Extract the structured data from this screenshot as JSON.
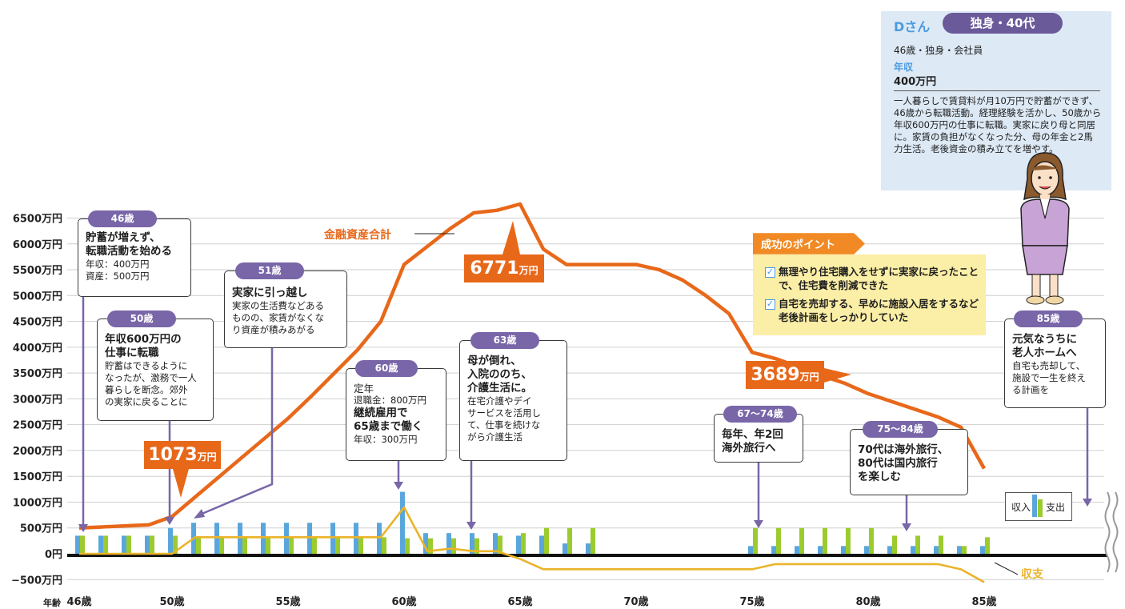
{
  "profile": {
    "name": "Dさん",
    "pill": "独身・40代",
    "line1": "46歳・独身・会社員",
    "income_label": "年収",
    "income_value": "400万円",
    "description": "一人暮らしで賃貸料が月10万円で貯蓄ができず、46歳から転職活動。経理経験を活かし、50歳から年収600万円の仕事に転職。実家に戻り母と同居に。家賃の負担がなくなった分、母の年金と2馬力生活。老後資金の積み立てを増やす。"
  },
  "points": {
    "title": "成功のポイント",
    "items": [
      "無理やり住宅購入をせずに実家に戻ったことで、住宅費を削減できた",
      "自宅を売却する、早めに施設入居をするなど老後計画をしっかりしていた"
    ]
  },
  "callouts": [
    {
      "tag": "46歳",
      "big": "貯蓄が増えず、\n転職活動を始める",
      "small": "年収：400万円\n資産：500万円"
    },
    {
      "tag": "50歳",
      "big": "年収600万円の\n仕事に転職",
      "small": "貯蓄はできるように\nなったが、激務で一人\n暮らしを断念。郊外\nの実家に戻ることに"
    },
    {
      "tag": "51歳",
      "big": "実家に引っ越し",
      "small": "実家の生活費などある\nものの、家賃がなくな\nり資産が積みあがる"
    },
    {
      "tag": "60歳",
      "pre": "定年",
      "pre_small": "退職金：800万円",
      "big": "継続雇用で\n65歳まで働く",
      "small": "年収：300万円"
    },
    {
      "tag": "63歳",
      "big": "母が倒れ、\n入院ののち、\n介護生活に。",
      "small": "在宅介護やデイ\nサービスを活用し\nて、仕事を続けな\nがら介護生活"
    },
    {
      "tag": "67〜74歳",
      "big": "毎年、年2回\n海外旅行へ",
      "small": ""
    },
    {
      "tag": "75〜84歳",
      "big": "70代は海外旅行、\n80代は国内旅行\nを楽しむ",
      "small": ""
    },
    {
      "tag": "85歳",
      "big": "元気なうちに\n老人ホームへ",
      "small": "自宅も売却して、\n施設で一生を終え\nる計画を"
    }
  ],
  "highlights": {
    "v1073": "1073",
    "v6771": "6771",
    "v3689": "3689",
    "unit": "万円"
  },
  "legend": {
    "income": "収入",
    "expense": "支出"
  },
  "colors": {
    "assets": "#e8681a",
    "balance": "#eab42a",
    "income": "#5aa6dc",
    "expense": "#9ccb2e",
    "callout_line": "#7866a8"
  },
  "chart_data": {
    "type": "bar+line",
    "title": "",
    "xlabel": "年齢",
    "ylabel": "",
    "ylim": [
      -500,
      6500
    ],
    "y_ticks": [
      -500,
      0,
      500,
      1000,
      1500,
      2000,
      2500,
      3000,
      3500,
      4000,
      4500,
      5000,
      5500,
      6000,
      6500
    ],
    "y_tick_labels": [
      "−500万円",
      "0円",
      "500万円",
      "1000万円",
      "1500万円",
      "2000万円",
      "2500万円",
      "3000万円",
      "3500万円",
      "4000万円",
      "4500万円",
      "5000万円",
      "5500万円",
      "6000万円",
      "6500万円"
    ],
    "x_tick_ages": [
      46,
      50,
      55,
      60,
      65,
      70,
      75,
      80,
      85
    ],
    "x_tick_labels": [
      "46歳",
      "50歳",
      "55歳",
      "60歳",
      "65歳",
      "70歳",
      "75歳",
      "80歳",
      "85歳"
    ],
    "ages": [
      46,
      47,
      48,
      49,
      50,
      51,
      52,
      53,
      54,
      55,
      56,
      57,
      58,
      59,
      60,
      61,
      62,
      63,
      64,
      65,
      66,
      67,
      68,
      69,
      70,
      71,
      72,
      73,
      74,
      75,
      76,
      77,
      78,
      79,
      80,
      81,
      82,
      83,
      84,
      85
    ],
    "series": [
      {
        "name": "収入",
        "values": [
          350,
          350,
          350,
          350,
          500,
          600,
          600,
          600,
          600,
          600,
          600,
          600,
          600,
          600,
          1200,
          400,
          400,
          400,
          400,
          350,
          350,
          200,
          200,
          null,
          null,
          null,
          null,
          null,
          null,
          150,
          150,
          150,
          150,
          150,
          150,
          150,
          150,
          150,
          150,
          150
        ]
      },
      {
        "name": "支出",
        "values": [
          350,
          350,
          350,
          350,
          350,
          320,
          320,
          320,
          320,
          320,
          320,
          320,
          320,
          320,
          300,
          300,
          300,
          300,
          350,
          400,
          500,
          500,
          500,
          null,
          null,
          null,
          null,
          null,
          null,
          500,
          500,
          500,
          500,
          500,
          500,
          350,
          350,
          350,
          150,
          320
        ]
      },
      {
        "name": "金融資産合計",
        "values": [
          500,
          520,
          540,
          560,
          720,
          1100,
          1480,
          1860,
          2240,
          2620,
          3050,
          3500,
          3950,
          4500,
          5600,
          5950,
          6300,
          6600,
          6650,
          6771,
          5900,
          5600,
          5600,
          5600,
          5600,
          5500,
          5300,
          5000,
          4650,
          3900,
          3780,
          3620,
          3450,
          3300,
          3100,
          2950,
          2800,
          2650,
          2450,
          1650
        ]
      },
      {
        "name": "収支",
        "values": [
          0,
          0,
          0,
          0,
          0,
          320,
          320,
          320,
          320,
          320,
          320,
          320,
          320,
          320,
          900,
          50,
          100,
          50,
          50,
          -100,
          -300,
          -300,
          -300,
          -300,
          -300,
          -300,
          -300,
          -300,
          -300,
          -300,
          -200,
          -200,
          -200,
          -200,
          -200,
          -200,
          -200,
          -200,
          -300,
          -550
        ]
      }
    ],
    "annotations": [
      {
        "age": 50,
        "value": 1073,
        "label": "1073万円"
      },
      {
        "age": 65,
        "value": 6771,
        "label": "6771万円"
      },
      {
        "age": 75,
        "value": 3689,
        "label": "3689万円"
      }
    ],
    "series_labels": {
      "assets": "金融資産合計",
      "balance": "収支"
    }
  }
}
